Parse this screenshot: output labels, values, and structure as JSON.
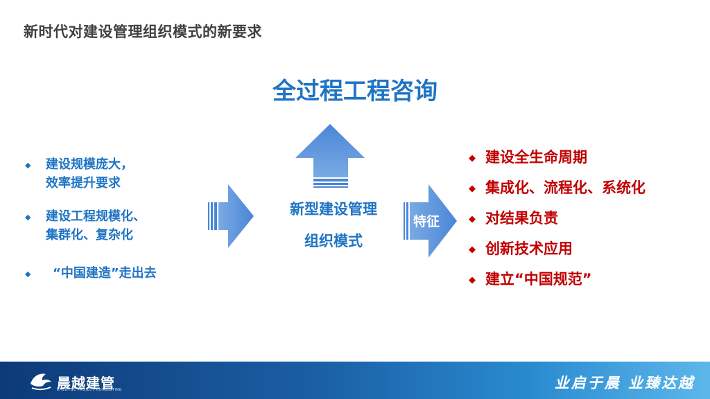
{
  "header": {
    "title": "新时代对建设管理组织模式的新要求"
  },
  "main_title": "全过程工程咨询",
  "left_items": [
    {
      "line1": "建设规模庞大，",
      "line2": "效率提升要求"
    },
    {
      "line1": "建设工程规模化、",
      "line2": "集群化、复杂化"
    },
    {
      "line1": "“中国建造”走出去",
      "line2": ""
    }
  ],
  "center": {
    "line1": "新型建设管理",
    "line2": "组织模式"
  },
  "feature_arrow_label": "特征",
  "right_items": [
    "建设全生命周期",
    "集成化、流程化、系统化",
    "对结果负责",
    "创新技术应用",
    "建立“中国规范”"
  ],
  "footer": {
    "logo_text": "晨越建管",
    "logo_sub": "CHENYUE PROJECT CONSULTING",
    "slogan": "业启于晨 业臻达越"
  },
  "colors": {
    "accent_blue": "#1f74c4",
    "arrow_blue": "#4a86d6",
    "accent_red": "#c00000",
    "footer_dark": "#0d3a78",
    "footer_light": "#5db7ea"
  },
  "icons": [
    "up-arrow-icon",
    "right-arrow-icon",
    "feature-arrow-icon",
    "diamond-bullet-icon",
    "logo-icon"
  ]
}
